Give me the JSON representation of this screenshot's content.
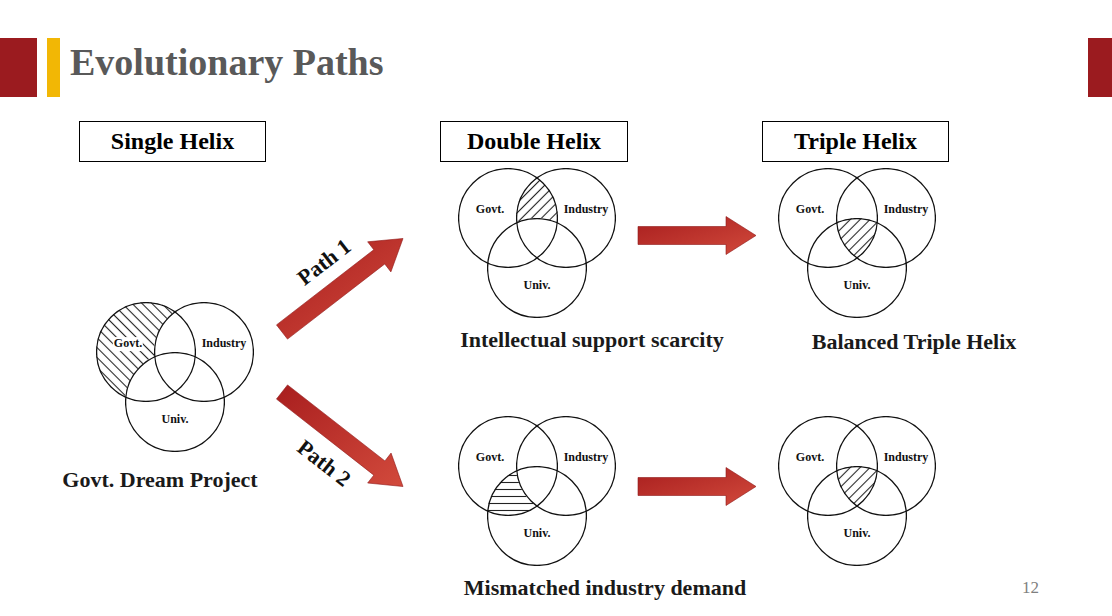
{
  "diagram": {
    "title": "Evolutionary Paths",
    "nodes": [
      {
        "text": [
          "Single Helix"
        ]
      },
      {
        "text": [
          "Double Helix"
        ]
      },
      {
        "text": [
          "Triple Helix"
        ]
      },
      {
        "text": [
          "Govt. Dream Project"
        ]
      },
      {
        "text": [
          "Govt."
        ],
        "in": 3
      },
      {
        "text": [
          "Industry"
        ],
        "in": 3
      },
      {
        "text": [
          "Univ."
        ],
        "in": 3
      },
      {
        "text": [
          "Intellectual support scarcity"
        ]
      },
      {
        "text": [
          "Govt."
        ],
        "in": 7
      },
      {
        "text": [
          "Industry"
        ],
        "in": 7
      },
      {
        "text": [
          "Univ."
        ],
        "in": 7
      },
      {
        "text": [
          "Balanced Triple Helix"
        ]
      },
      {
        "text": [
          "Govt."
        ],
        "in": 11
      },
      {
        "text": [
          "Industry"
        ],
        "in": 11
      },
      {
        "text": [
          "Univ."
        ],
        "in": 11
      },
      {
        "text": [
          "Mismatched industry demand"
        ]
      },
      {
        "text": [
          "Govt."
        ],
        "in": 15
      },
      {
        "text": [
          "Industry"
        ],
        "in": 15
      },
      {
        "text": [
          "Univ."
        ],
        "in": 15
      },
      {
        "text": []
      },
      {
        "text": [
          "Govt."
        ],
        "in": 19
      },
      {
        "text": [
          "Industry"
        ],
        "in": 19
      },
      {
        "text": [
          "Univ."
        ],
        "in": 19
      }
    ],
    "edges": [
      {
        "from": 3,
        "to": 7,
        "arrow": "to",
        "label": "Path 1"
      },
      {
        "from": 3,
        "to": 15,
        "arrow": "to",
        "label": "Path 2"
      },
      {
        "from": 7,
        "to": 11,
        "arrow": "to"
      },
      {
        "from": 15,
        "to": 19,
        "arrow": "to"
      }
    ],
    "labels": [
      "12"
    ]
  }
}
